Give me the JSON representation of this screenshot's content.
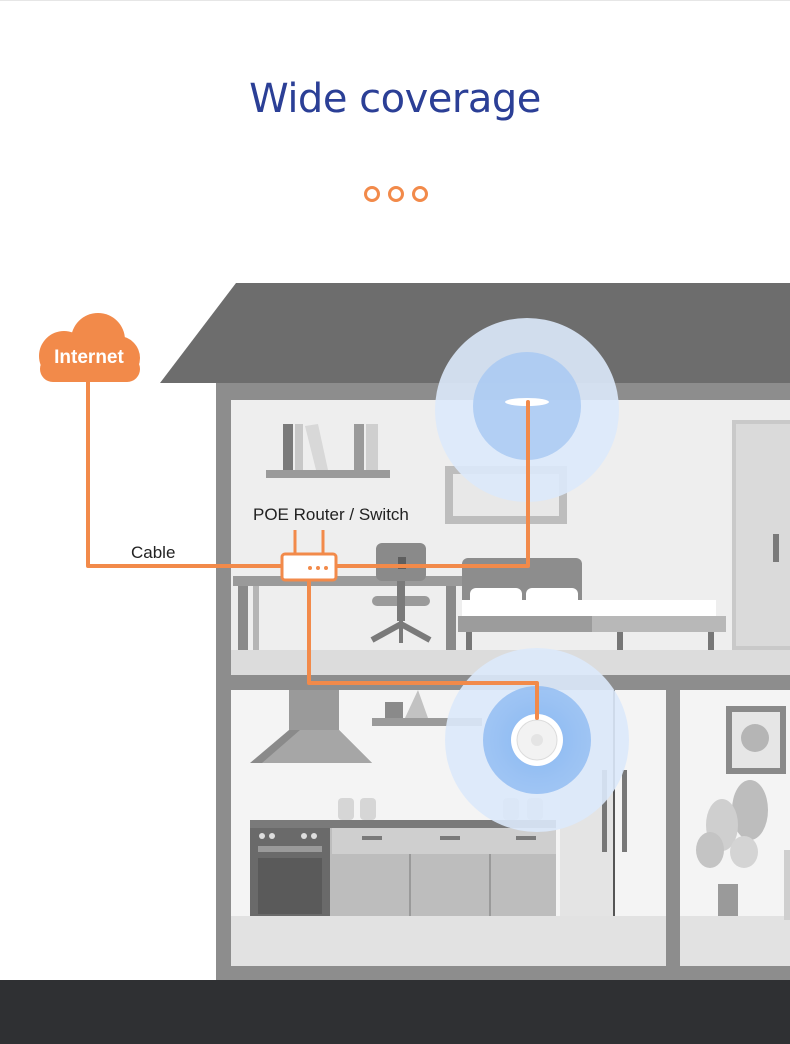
{
  "header": {
    "title": "Wide coverage"
  },
  "diagram": {
    "cloud_label": "Internet",
    "router_label": "POE Router / Switch",
    "cable_label": "Cable"
  },
  "colors": {
    "title": "#2b3f96",
    "accent_orange": "#f28a4a",
    "signal_blue": "#4a8ee8",
    "roof": "#6d6d6d",
    "footer": "#2f3033"
  },
  "icons": {
    "pagination": "three-dots",
    "cloud": "cloud-icon",
    "router": "router-icon",
    "access_point": "access-point-icon"
  }
}
